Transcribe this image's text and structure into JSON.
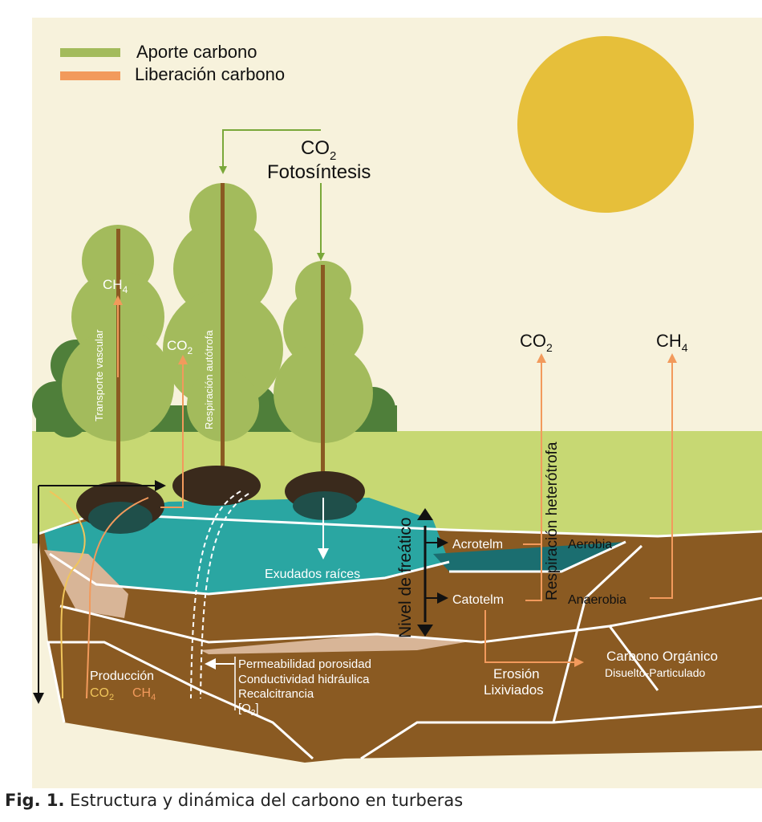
{
  "legend": {
    "input": "Aporte carbono",
    "release": "Liberación carbono"
  },
  "co2_top_base": "CO",
  "co2_top_sub": "2",
  "photosynthesis": "Fotosíntesis",
  "ch4_tree": {
    "base": "CH",
    "sub": "4"
  },
  "co2_tree": {
    "base": "CO",
    "sub": "2"
  },
  "vascular_transport": "Transporte vascular",
  "autotrophic_respiration": "Respiración autótrofa",
  "co2_right": {
    "base": "CO",
    "sub": "2"
  },
  "ch4_right": {
    "base": "CH",
    "sub": "4"
  },
  "heterotrophic_respiration": "Respiración heterótrofa",
  "water_table": "Nivel de freático",
  "acrotelm": "Acrotelm",
  "aerobic": "Aerobia",
  "catotelm": "Catotelm",
  "anaerobic": "Anaerobia",
  "root_exudates": "Exudados raíces",
  "dissolved_carbon_1": "Carbono Orgánico",
  "dissolved_carbon_2": "Disuelto-Particulado",
  "erosion": "Erosión",
  "leachates": "Lixiviados",
  "production": "Producción",
  "production_co2": "CO",
  "production_co2_sub": "2",
  "production_ch4": "CH",
  "production_ch4_sub": "4",
  "factors": {
    "f1": "Permeabilidad porosidad",
    "f2": "Conductividad hidráulica",
    "f3": "Recalcitrancia",
    "f4_open": "[O",
    "f4_sub": "2",
    "f4_close": "]"
  },
  "caption": {
    "label": "Fig. 1.",
    "text": " Estructura y dinámica del carbono en turberas"
  },
  "colors": {
    "background": "#f7f2dc",
    "grass": "#c7d873",
    "sun": "#e6bf3a",
    "tree_light": "#a3bb5c",
    "tree_dark": "#7f9f4a",
    "bush": "#4f7f3a",
    "water": "#2aa6a2",
    "water_dark": "#1b6e70",
    "soil": "#8a5a22",
    "soil_light": "#d8b597",
    "input_arrow": "#7aa83a",
    "release_arrow": "#f29a5c",
    "production_yellow": "#f0c55b"
  }
}
